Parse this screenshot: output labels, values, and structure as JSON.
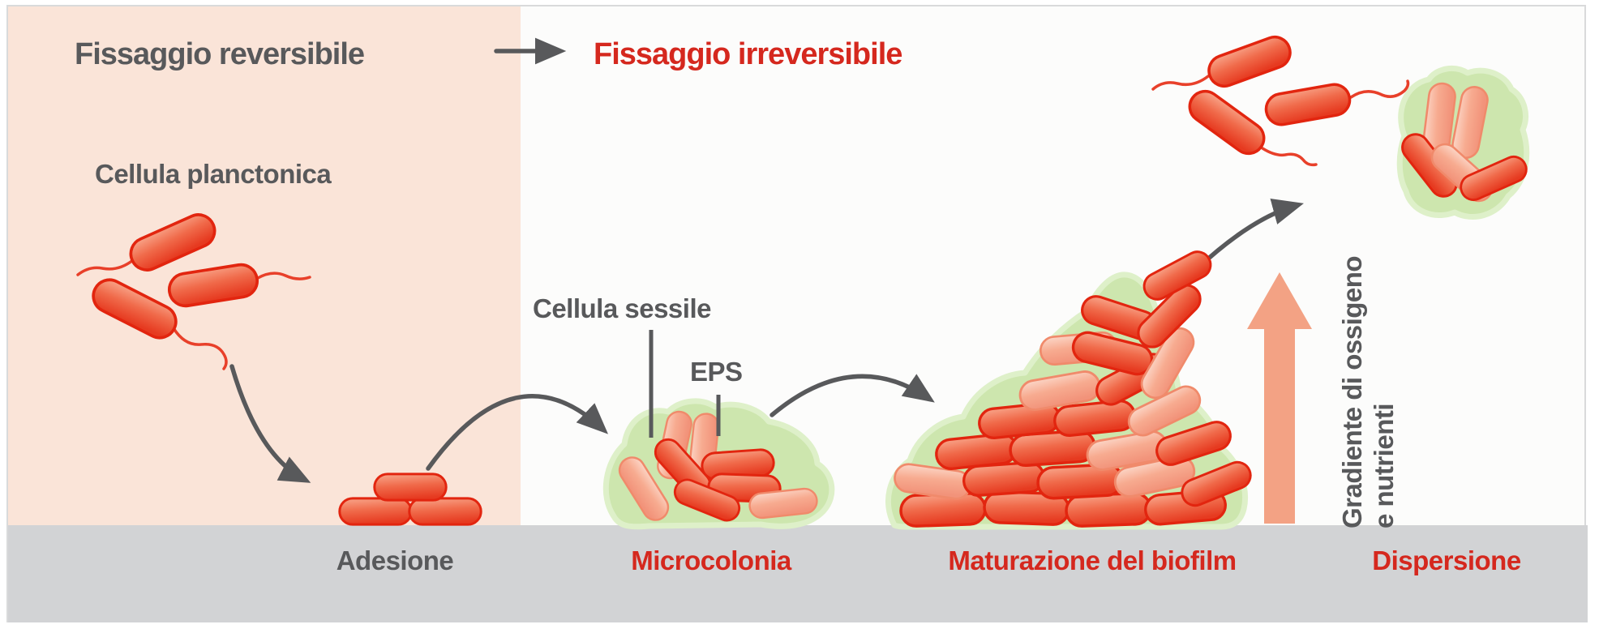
{
  "header": {
    "stage_left": "Fissaggio reversibile",
    "stage_right": "Fissaggio irreversibile"
  },
  "labels": {
    "planktonic_cell": "Cellula planctonica",
    "sessile_cell": "Cellula sessile",
    "eps": "EPS",
    "gradient_line1": "Gradiente di ossigeno",
    "gradient_line2": "e nutrienti"
  },
  "stages": [
    {
      "label": "Adesione",
      "emphasis": "gray"
    },
    {
      "label": "Microcolonia",
      "emphasis": "red"
    },
    {
      "label": "Maturazione del biofilm",
      "emphasis": "red"
    },
    {
      "label": "Dispersione",
      "emphasis": "red"
    }
  ],
  "colors": {
    "text_dark": "#58595b",
    "text_red": "#d5281e",
    "peach_bg": "#fae4d8",
    "panel_bg": "#fcfcfb",
    "substrate": "#d2d3d5",
    "eps_green": "#cde6ae",
    "cell_red": "#e8402a",
    "cell_light": "#f5a78f",
    "arrow_dark": "#58595b",
    "arrow_salmon": "#f3a284",
    "frame_border": "#d9dadb"
  }
}
